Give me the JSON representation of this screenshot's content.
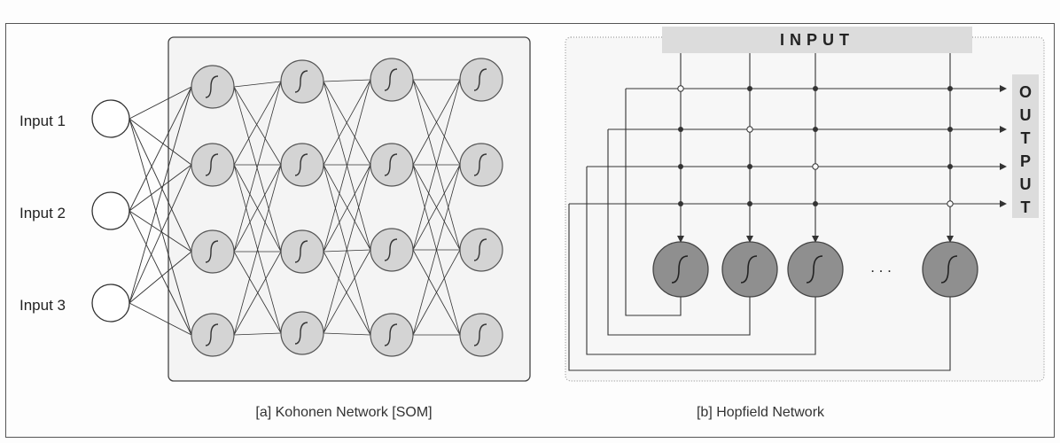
{
  "kohonen": {
    "inputs": [
      "Input 1",
      "Input 2",
      "Input 3"
    ],
    "grid_rows": 4,
    "grid_cols": 4,
    "caption": "[a] Kohonen Network [SOM]"
  },
  "hopfield": {
    "input_label": "INPUT",
    "output_letters": [
      "O",
      "U",
      "T",
      "P",
      "U",
      "T"
    ],
    "neuron_count_shown": 4,
    "ellipsis": ". . .",
    "caption": "[b] Hopfield Network"
  },
  "colors": {
    "kohonen_neuron": "#d4d4d4",
    "hopfield_neuron": "#8f8f8f",
    "line": "#333333",
    "banner": "#dcdcdc"
  }
}
